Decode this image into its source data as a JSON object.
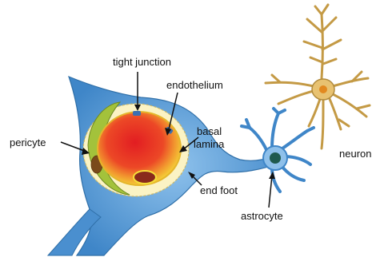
{
  "labels": {
    "tight_junction": "tight junction",
    "endothelium": "endothelium",
    "basal": "basal",
    "lamina": "lamina",
    "pericyte": "pericyte",
    "end_foot": "end foot",
    "astrocyte": "astrocyte",
    "neuron": "neuron"
  },
  "colors": {
    "astrocyte_body": "#4a8fcf",
    "astrocyte_light": "#8ec0ea",
    "astrocyte_nucleus": "#1f5a4e",
    "lumen_red": "#e8262a",
    "lumen_orange": "#f07a2a",
    "lumen_yellow": "#f5e03a",
    "basal_lamina": "#fbf3c4",
    "pericyte_green": "#a3c23b",
    "neuron_body": "#e8c271",
    "neuron_outline": "#b08a3c",
    "neuron_nucleus": "#e2891f"
  }
}
